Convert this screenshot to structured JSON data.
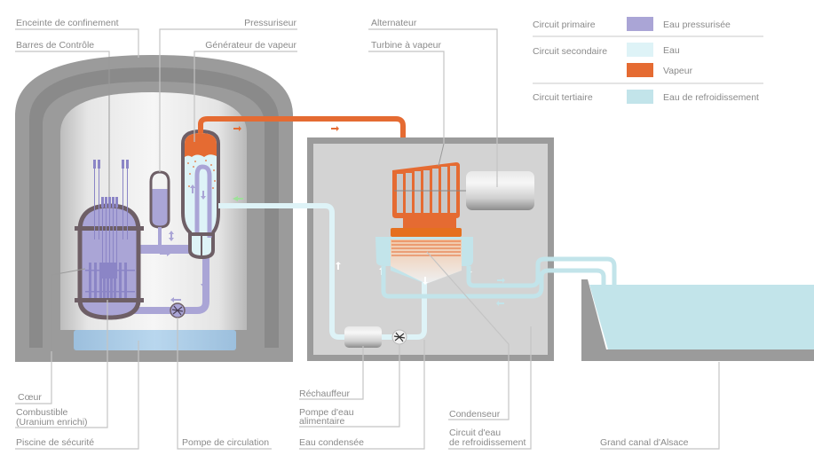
{
  "labels": {
    "enceinte": "Enceinte de confinement",
    "barres": "Barres de Contrôle",
    "pressuriseur": "Pressuriseur",
    "generateur": "Générateur de vapeur",
    "alternateur": "Alternateur",
    "turbine": "Turbine à vapeur",
    "coeur": "Cœur",
    "combustible_1": "Combustible",
    "combustible_2": "(Uranium enrichi)",
    "piscine": "Piscine de sécurité",
    "pompe_circulation": "Pompe de circulation",
    "rechauffeur": "Réchauffeur",
    "pompe_eau_1": "Pompe d'eau",
    "pompe_eau_2": "alimentaire",
    "eau_condensee": "Eau condensée",
    "condenseur": "Condenseur",
    "circuit_eau_1": "Circuit d'eau",
    "circuit_eau_2": "de refroidissement",
    "grand_canal": "Grand canal d'Alsace"
  },
  "legend": {
    "rows": [
      {
        "circuit": "Circuit primaire",
        "items": [
          {
            "label": "Eau pressurisée",
            "color": "#aaa5d6"
          }
        ]
      },
      {
        "circuit": "Circuit secondaire",
        "items": [
          {
            "label": "Eau",
            "color": "#def3f7"
          },
          {
            "label": "Vapeur",
            "color": "#e56b32"
          }
        ]
      },
      {
        "circuit": "Circuit tertiaire",
        "items": [
          {
            "label": "Eau de refroidissement",
            "color": "#c2e4ea"
          }
        ]
      }
    ]
  },
  "colors": {
    "primary_water": "#aaa5d6",
    "secondary_water": "#def3f7",
    "steam": "#e56b32",
    "cooling_water": "#c2e4ea",
    "concrete": "#9b9b9b",
    "vessel_wall": "#6e5f66",
    "pool": "#a9cbe6",
    "inlet_arrow": "#9ee09a"
  }
}
